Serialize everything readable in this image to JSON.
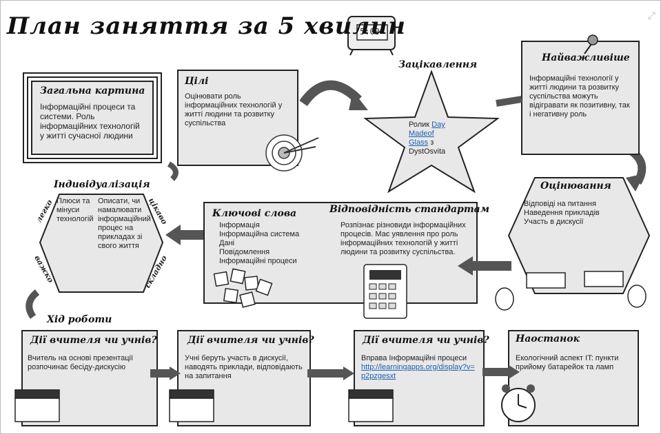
{
  "title": "План заняття за 5 хвилин",
  "clock_display": "5:00",
  "big_picture": {
    "heading": "Загальна картина",
    "text": "Інформаційні процеси та системи. Роль інформаційних технологій у житті сучасної людини"
  },
  "goals": {
    "heading": "Цілі",
    "text": "Оцінювати роль інформаційних технологій у житті людини та розвитку суспільства"
  },
  "hook": {
    "heading": "Зацікавлення",
    "prefix": "Ролик",
    "link_text": "Day Madeof Glass",
    "suffix": "з DystOsvita"
  },
  "important": {
    "heading": "Найважливіше",
    "text": "Інформаційні технології у житті людини та розвитку суспільства можуть відігравати як позитивну, так і негативну роль"
  },
  "individualization": {
    "heading": "Індивідуалізація",
    "col1": "Плюси та мінуси технологій",
    "col2": "Описати, чи намалювати інформаційний процес на прикладах зі свого життя",
    "side_labels": [
      "легко",
      "важко",
      "цікаво",
      "складно"
    ]
  },
  "keywords": {
    "heading": "Ключові слова",
    "items": [
      "Інформація",
      "Інформаційна система",
      "Дані",
      "Повідомлення",
      "Інформаційні процеси"
    ]
  },
  "standards": {
    "heading": "Відповідність стандартам",
    "text": "Розпізнає різновиди інформаційних процесів. Має уявлення про роль інформаційних технологій у житті людини та розвитку суспільства."
  },
  "assessment": {
    "heading": "Оцінювання",
    "items": [
      "Відповіді на питання",
      "Наведення прикладів",
      "Участь в дискусії"
    ]
  },
  "workflow": {
    "heading": "Хід роботи",
    "steps": [
      {
        "heading": "Дії вчителя чи учнів?",
        "text": "Вчитель на основі презентації розпочинає бесіду-дискусію"
      },
      {
        "heading": "Дії вчителя чи учнів?",
        "text": "Учні беруть участь в дискусії, наводять приклади, відповідають на запитання"
      },
      {
        "heading": "Дії вчителя чи учнів?",
        "text": "Вправа Інформаційні процеси",
        "link": "http://learningapps.org/display?v=p2pzgesxt"
      }
    ],
    "final": {
      "heading": "Наостанок",
      "text": "Екологічний аспект IT: пункти прийому батарейок та ламп"
    }
  },
  "icons": [
    "clock-icon",
    "target-icon",
    "pin-icon",
    "scrabble-tiles-icon",
    "calculator-icon",
    "clapperboard-icon",
    "alarm-clock-icon",
    "student-faces-icon",
    "expand-icon"
  ]
}
